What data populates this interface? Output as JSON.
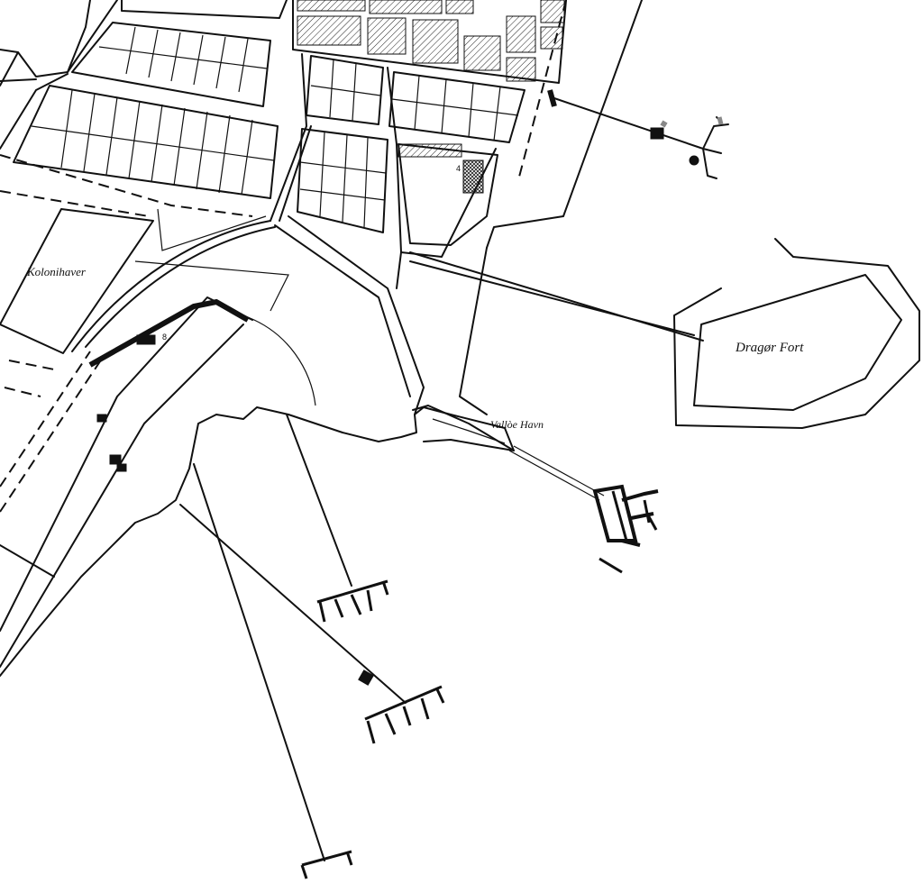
{
  "labels": {
    "kolonihaver": "Kolonihaver",
    "dragor_fort": "Dragør Fort",
    "vallo_havn": "Vallòe Havn"
  },
  "markers": {
    "num_8": "8",
    "num_4": "4"
  }
}
